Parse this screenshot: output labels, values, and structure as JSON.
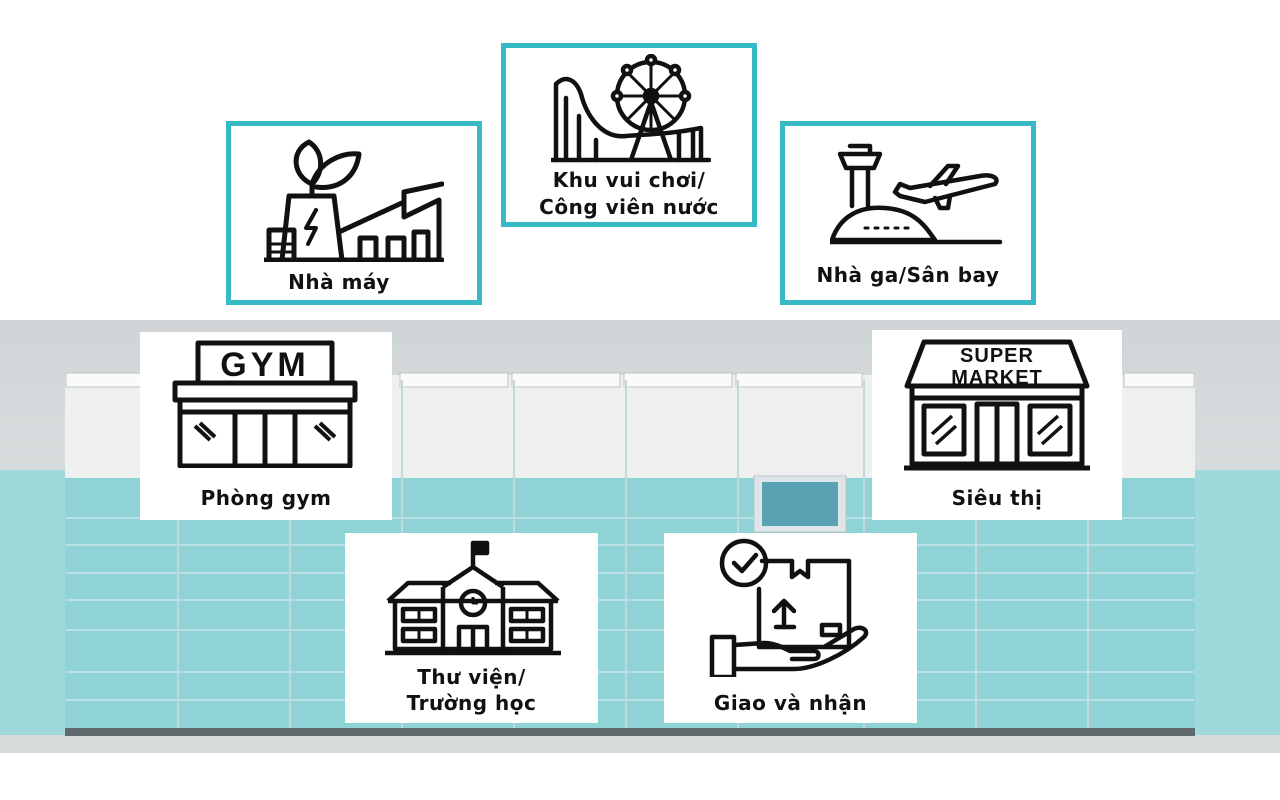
{
  "colors": {
    "accent": "#38bac6",
    "locker": "#8fd3d6"
  },
  "cards": {
    "factory": {
      "label": "Nhà máy",
      "icon": "factory-icon"
    },
    "amusement": {
      "line1": "Khu vui chơi/",
      "line2": "Công viên nước",
      "icon": "ferris-wheel-icon"
    },
    "airport": {
      "label": "Nhà ga/Sân bay",
      "icon": "airport-icon"
    },
    "gym": {
      "label": "Phòng gym",
      "sign": "GYM",
      "icon": "gym-icon"
    },
    "supermarket": {
      "label": "Siêu thị",
      "sign1": "SUPER",
      "sign2": "MARKET",
      "icon": "supermarket-icon"
    },
    "library": {
      "line1": "Thư viện/",
      "line2": "Trường học",
      "icon": "school-icon"
    },
    "delivery": {
      "label": "Giao và nhận",
      "icon": "delivery-icon"
    }
  }
}
